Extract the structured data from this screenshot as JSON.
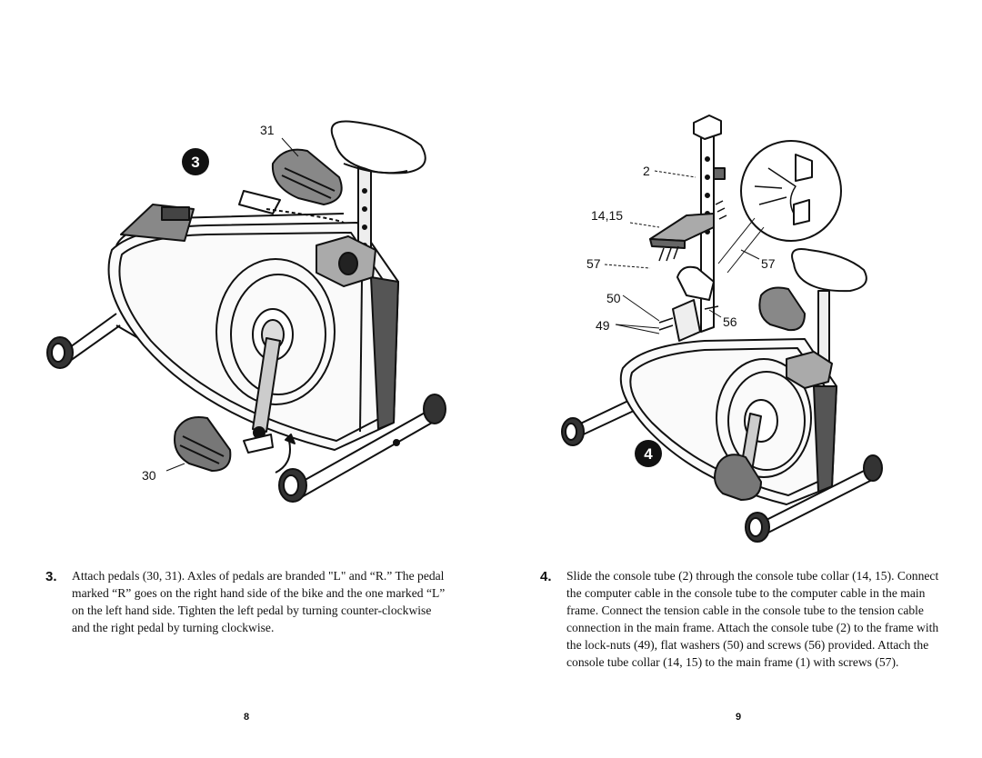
{
  "left_page": {
    "figure": {
      "badge": "3",
      "callouts": {
        "pedal_right": "31",
        "pedal_left": "30"
      }
    },
    "step": {
      "number": "3.",
      "text": "Attach pedals (30, 31). Axles of pedals are branded \"L\" and “R.” The pedal marked “R” goes on the right hand side of the bike and the one marked “L” on the left hand side. Tighten the left pedal by turning counter-clockwise and the right pedal by turning clockwise."
    },
    "page_number": "8"
  },
  "right_page": {
    "figure": {
      "badge": "4",
      "callouts": {
        "console_tube": "2",
        "collar": "14,15",
        "screws_left": "57",
        "screws_right": "57",
        "washers": "50",
        "locknuts": "49",
        "bolts": "56"
      }
    },
    "step": {
      "number": "4.",
      "text": "Slide the console tube (2) through the console tube collar (14, 15). Connect the computer cable in the console tube to the computer cable in the main frame. Connect the tension cable in the console tube to the tension cable connection in the main frame. Attach the console tube (2) to the frame with the lock-nuts (49), flat washers (50) and screws (56) provided. Attach the console tube collar (14, 15) to the main frame (1) with screws (57)."
    },
    "page_number": "9"
  }
}
